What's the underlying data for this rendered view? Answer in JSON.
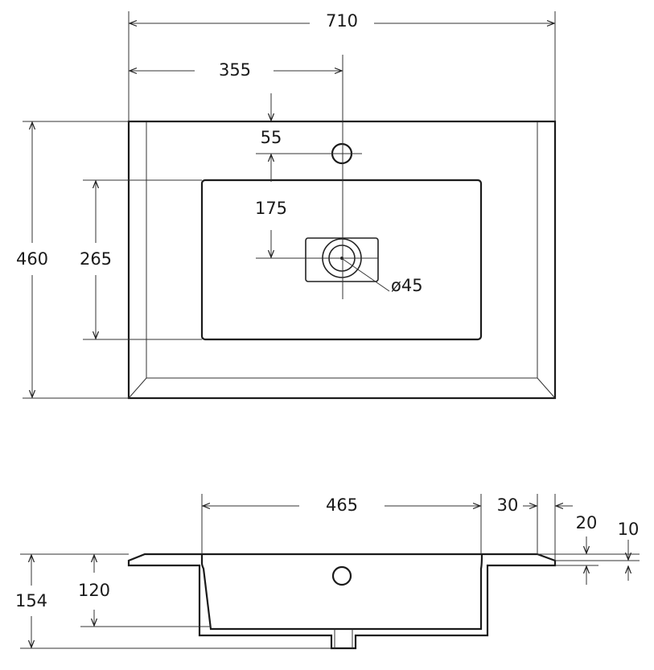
{
  "dimensions": {
    "top_width": "710",
    "half_width": "355",
    "tap_offset": "55",
    "bowl_offset": "175",
    "drain": "ø45",
    "total_depth": "460",
    "bowl_depth": "265",
    "bowl_width": "465",
    "rim_30": "30",
    "rim_20": "20",
    "rim_10": "10",
    "bowl_height": "120",
    "total_height": "154"
  },
  "colors": {
    "line": "#1a1a1a",
    "background": "#ffffff"
  }
}
